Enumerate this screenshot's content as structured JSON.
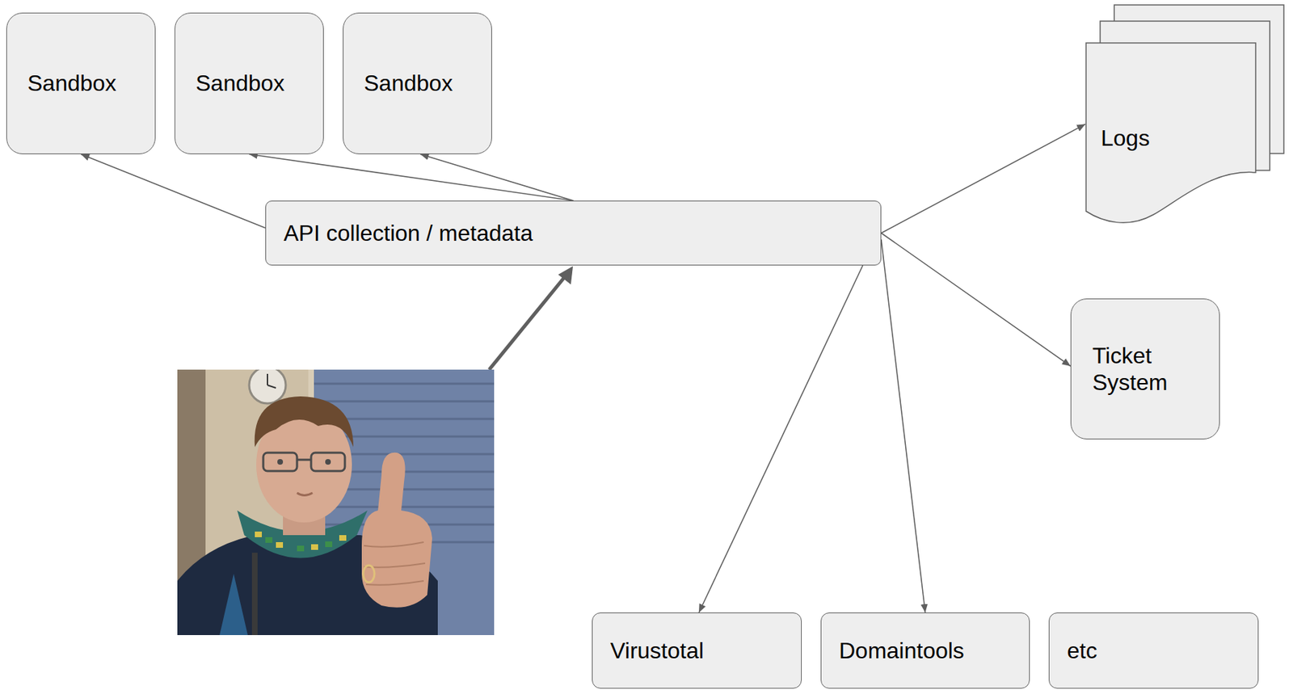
{
  "diagram": {
    "nodes": [
      {
        "text": [
          "Sandbox"
        ]
      },
      {
        "text": [
          "Sandbox"
        ]
      },
      {
        "text": [
          "Sandbox"
        ]
      },
      {
        "text": [
          "Logs"
        ]
      },
      {
        "text": [
          "API collection / metadata"
        ]
      },
      {
        "text": [
          "Ticket System"
        ]
      },
      {
        "text": [
          "Virustotal"
        ]
      },
      {
        "text": [
          "Domaintools"
        ]
      },
      {
        "text": [
          "etc"
        ]
      }
    ],
    "edges": [
      {
        "from": 4,
        "to": 0,
        "arrow": "to"
      },
      {
        "from": 4,
        "to": 1,
        "arrow": "to"
      },
      {
        "from": 4,
        "to": 2,
        "arrow": "to"
      },
      {
        "from": 4,
        "to": 3,
        "arrow": "to"
      },
      {
        "from": 4,
        "to": 5,
        "arrow": "to"
      },
      {
        "from": 4,
        "to": 6,
        "arrow": "to"
      },
      {
        "from": 4,
        "to": 7,
        "arrow": "to"
      }
    ]
  }
}
